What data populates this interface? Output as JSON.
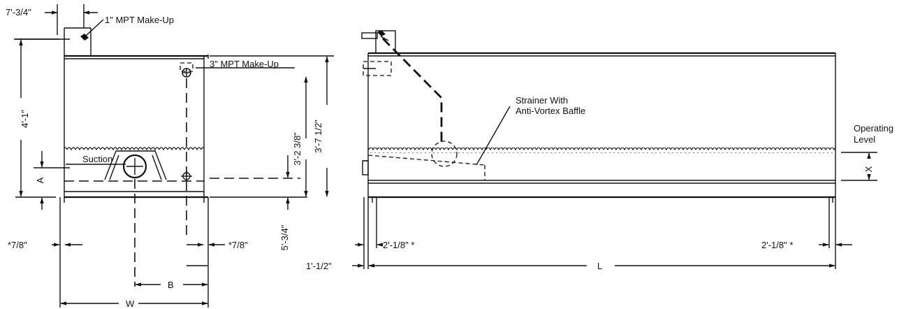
{
  "end_view": {
    "dims": {
      "top_offset": "7'-3/4\"",
      "overall_height": "4'-1\"",
      "height_a": "3'-2 3/8\"",
      "height_b": "3'-7 1/2\"",
      "bottom_offset": "5'-3/4\"",
      "a": "A",
      "left_clearance": "*7/8\"",
      "right_clearance": "*7/8\"",
      "b": "B",
      "w": "W"
    },
    "callouts": {
      "makeup_1": "1\" MPT Make-Up",
      "makeup_3": "3\" MPT Make-Up",
      "suction": "Suction"
    }
  },
  "side_view": {
    "dims": {
      "left_margin": "2'-1/8\" *",
      "right_margin": "2'-1/8\" *",
      "offset": "1'-1/2\"",
      "l": "L",
      "x": "X"
    },
    "callouts": {
      "strainer_line1": "Strainer With",
      "strainer_line2": "Anti-Vortex Baffle",
      "operating_line1": "Operating",
      "operating_line2": "Level"
    }
  }
}
